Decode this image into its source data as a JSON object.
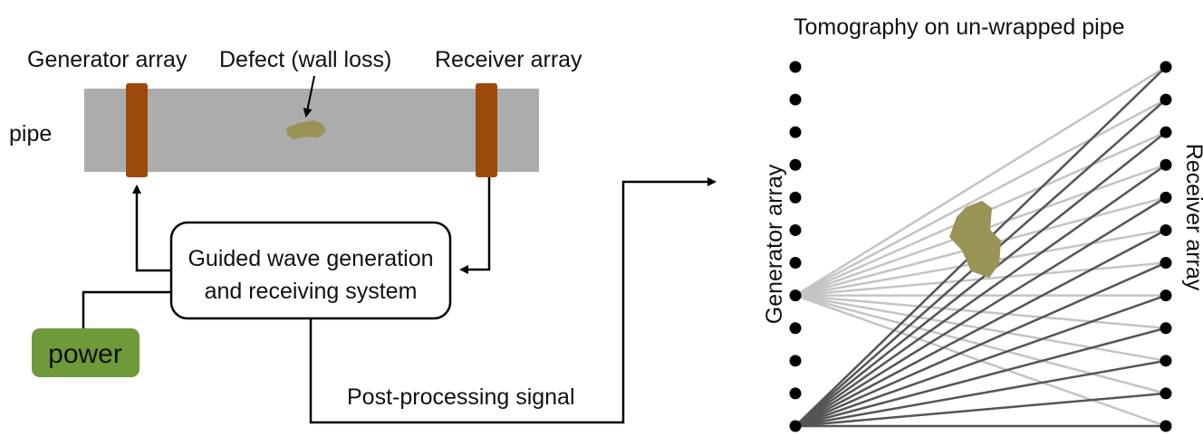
{
  "labels": {
    "generator_array": "Generator array",
    "defect": "Defect (wall loss)",
    "receiver_array": "Receiver array",
    "pipe": "pipe",
    "system_line1": "Guided wave generation",
    "system_line2": "and receiving system",
    "power": "power",
    "post_processing": "Post-processing signal",
    "tomography_title": "Tomography on un-wrapped pipe",
    "tomo_generator": "Generator array",
    "tomo_receiver": "Receiver array"
  },
  "tomography": {
    "generator_points": 12,
    "receiver_points": 12,
    "highlight_sources": [
      {
        "index": 7,
        "ray_color": "light-gray"
      },
      {
        "index": 11,
        "ray_color": "dark-gray"
      }
    ]
  },
  "colors": {
    "pipe": "#acacac",
    "transducer": "#9c4a0c",
    "defect": "#9a9356",
    "power": "#6e9a3a",
    "ray_light": "#c4c4c4",
    "ray_dark": "#555555",
    "dot": "#000000"
  }
}
